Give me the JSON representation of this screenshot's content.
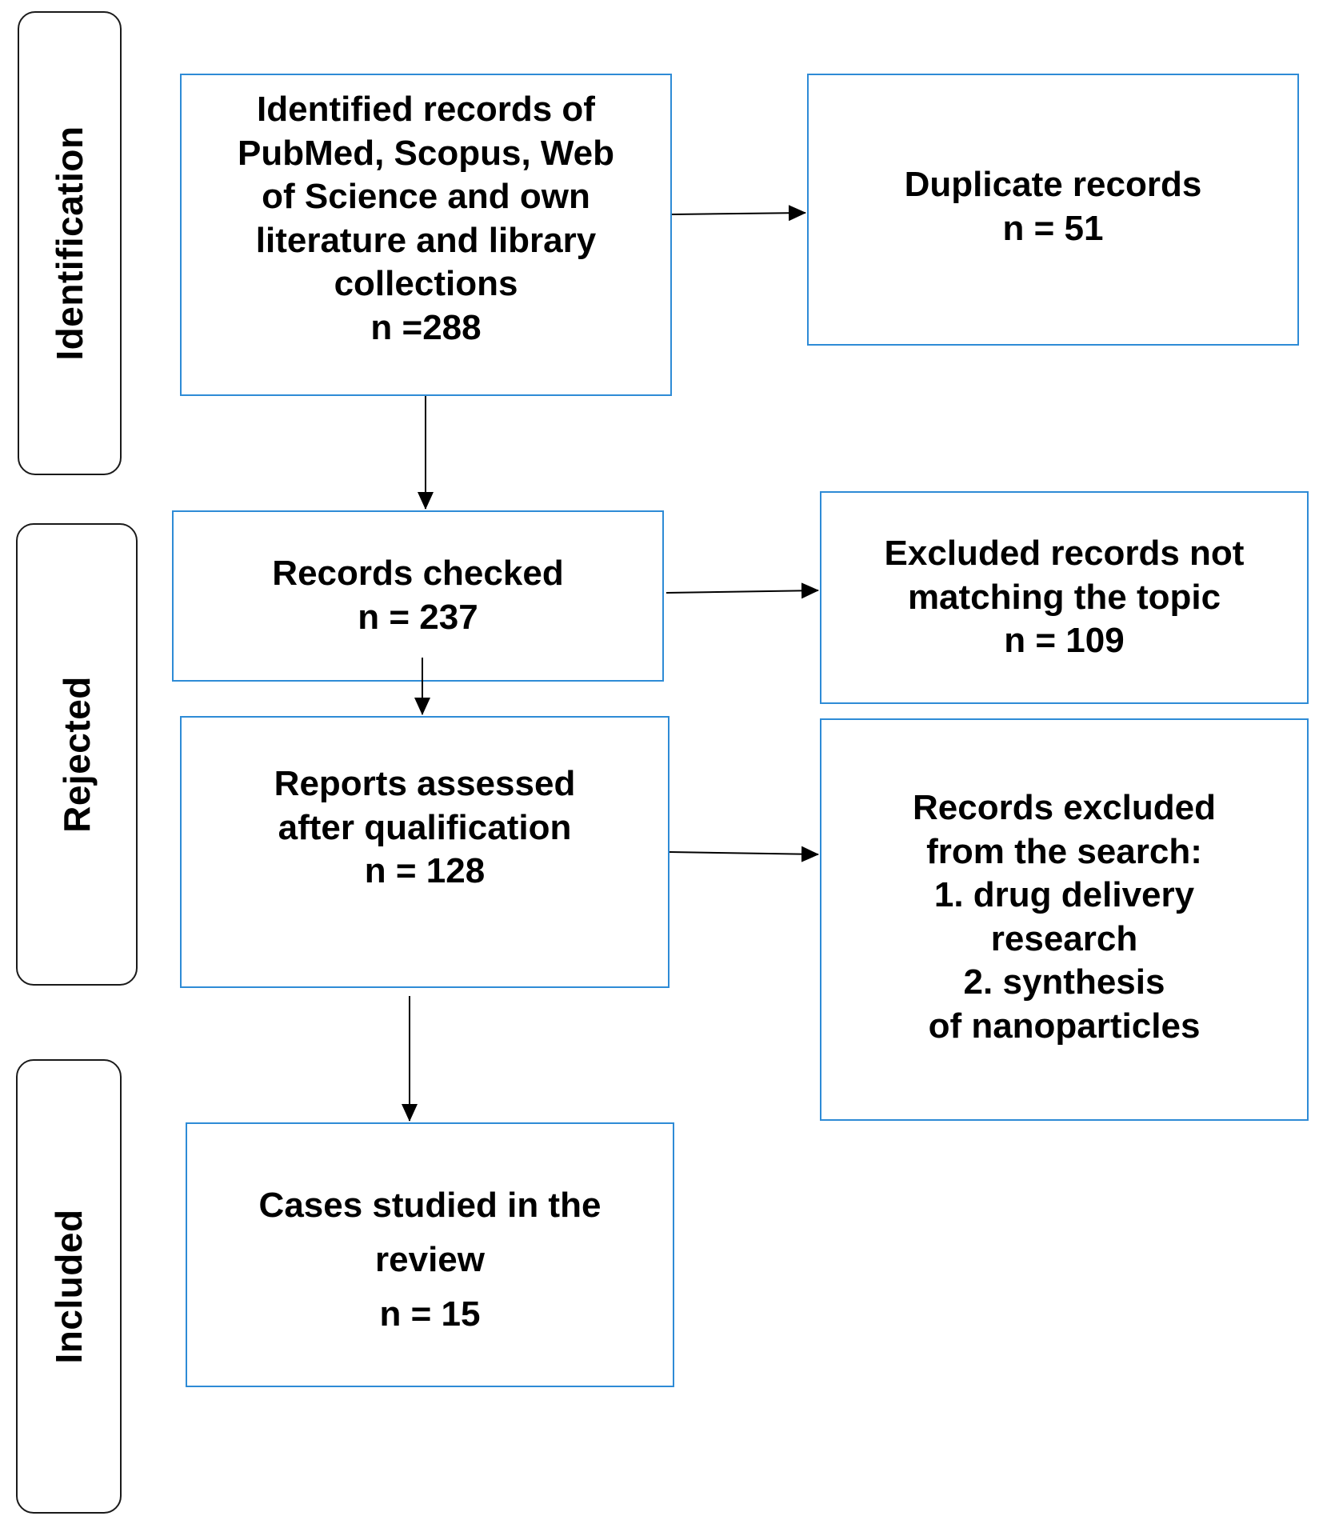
{
  "stages": {
    "identification": "Identification",
    "rejected": "Rejected",
    "included": "Included"
  },
  "boxes": {
    "identified": {
      "lines": [
        "Identified records of",
        "PubMed, Scopus, Web",
        "of Science and own",
        "literature and library",
        "collections",
        "n =288"
      ]
    },
    "duplicates": {
      "lines": [
        "Duplicate records",
        "n = 51"
      ]
    },
    "checked": {
      "lines": [
        "Records checked",
        "n = 237"
      ]
    },
    "excluded_topic": {
      "lines": [
        "Excluded records not",
        "matching the topic",
        "n = 109"
      ]
    },
    "assessed": {
      "lines": [
        "Reports assessed",
        "after qualification",
        "n = 128"
      ]
    },
    "excluded_search": {
      "lines": [
        "Records excluded",
        "from the search:",
        "1. drug delivery",
        "research",
        "2. synthesis",
        "of nanoparticles"
      ]
    },
    "included_cases": {
      "lines": [
        "Cases studied in the",
        "review",
        "n = 15"
      ]
    }
  },
  "colors": {
    "box_border": "#2e8bd6",
    "stage_border": "#1a1a1a",
    "arrow": "#000000"
  }
}
